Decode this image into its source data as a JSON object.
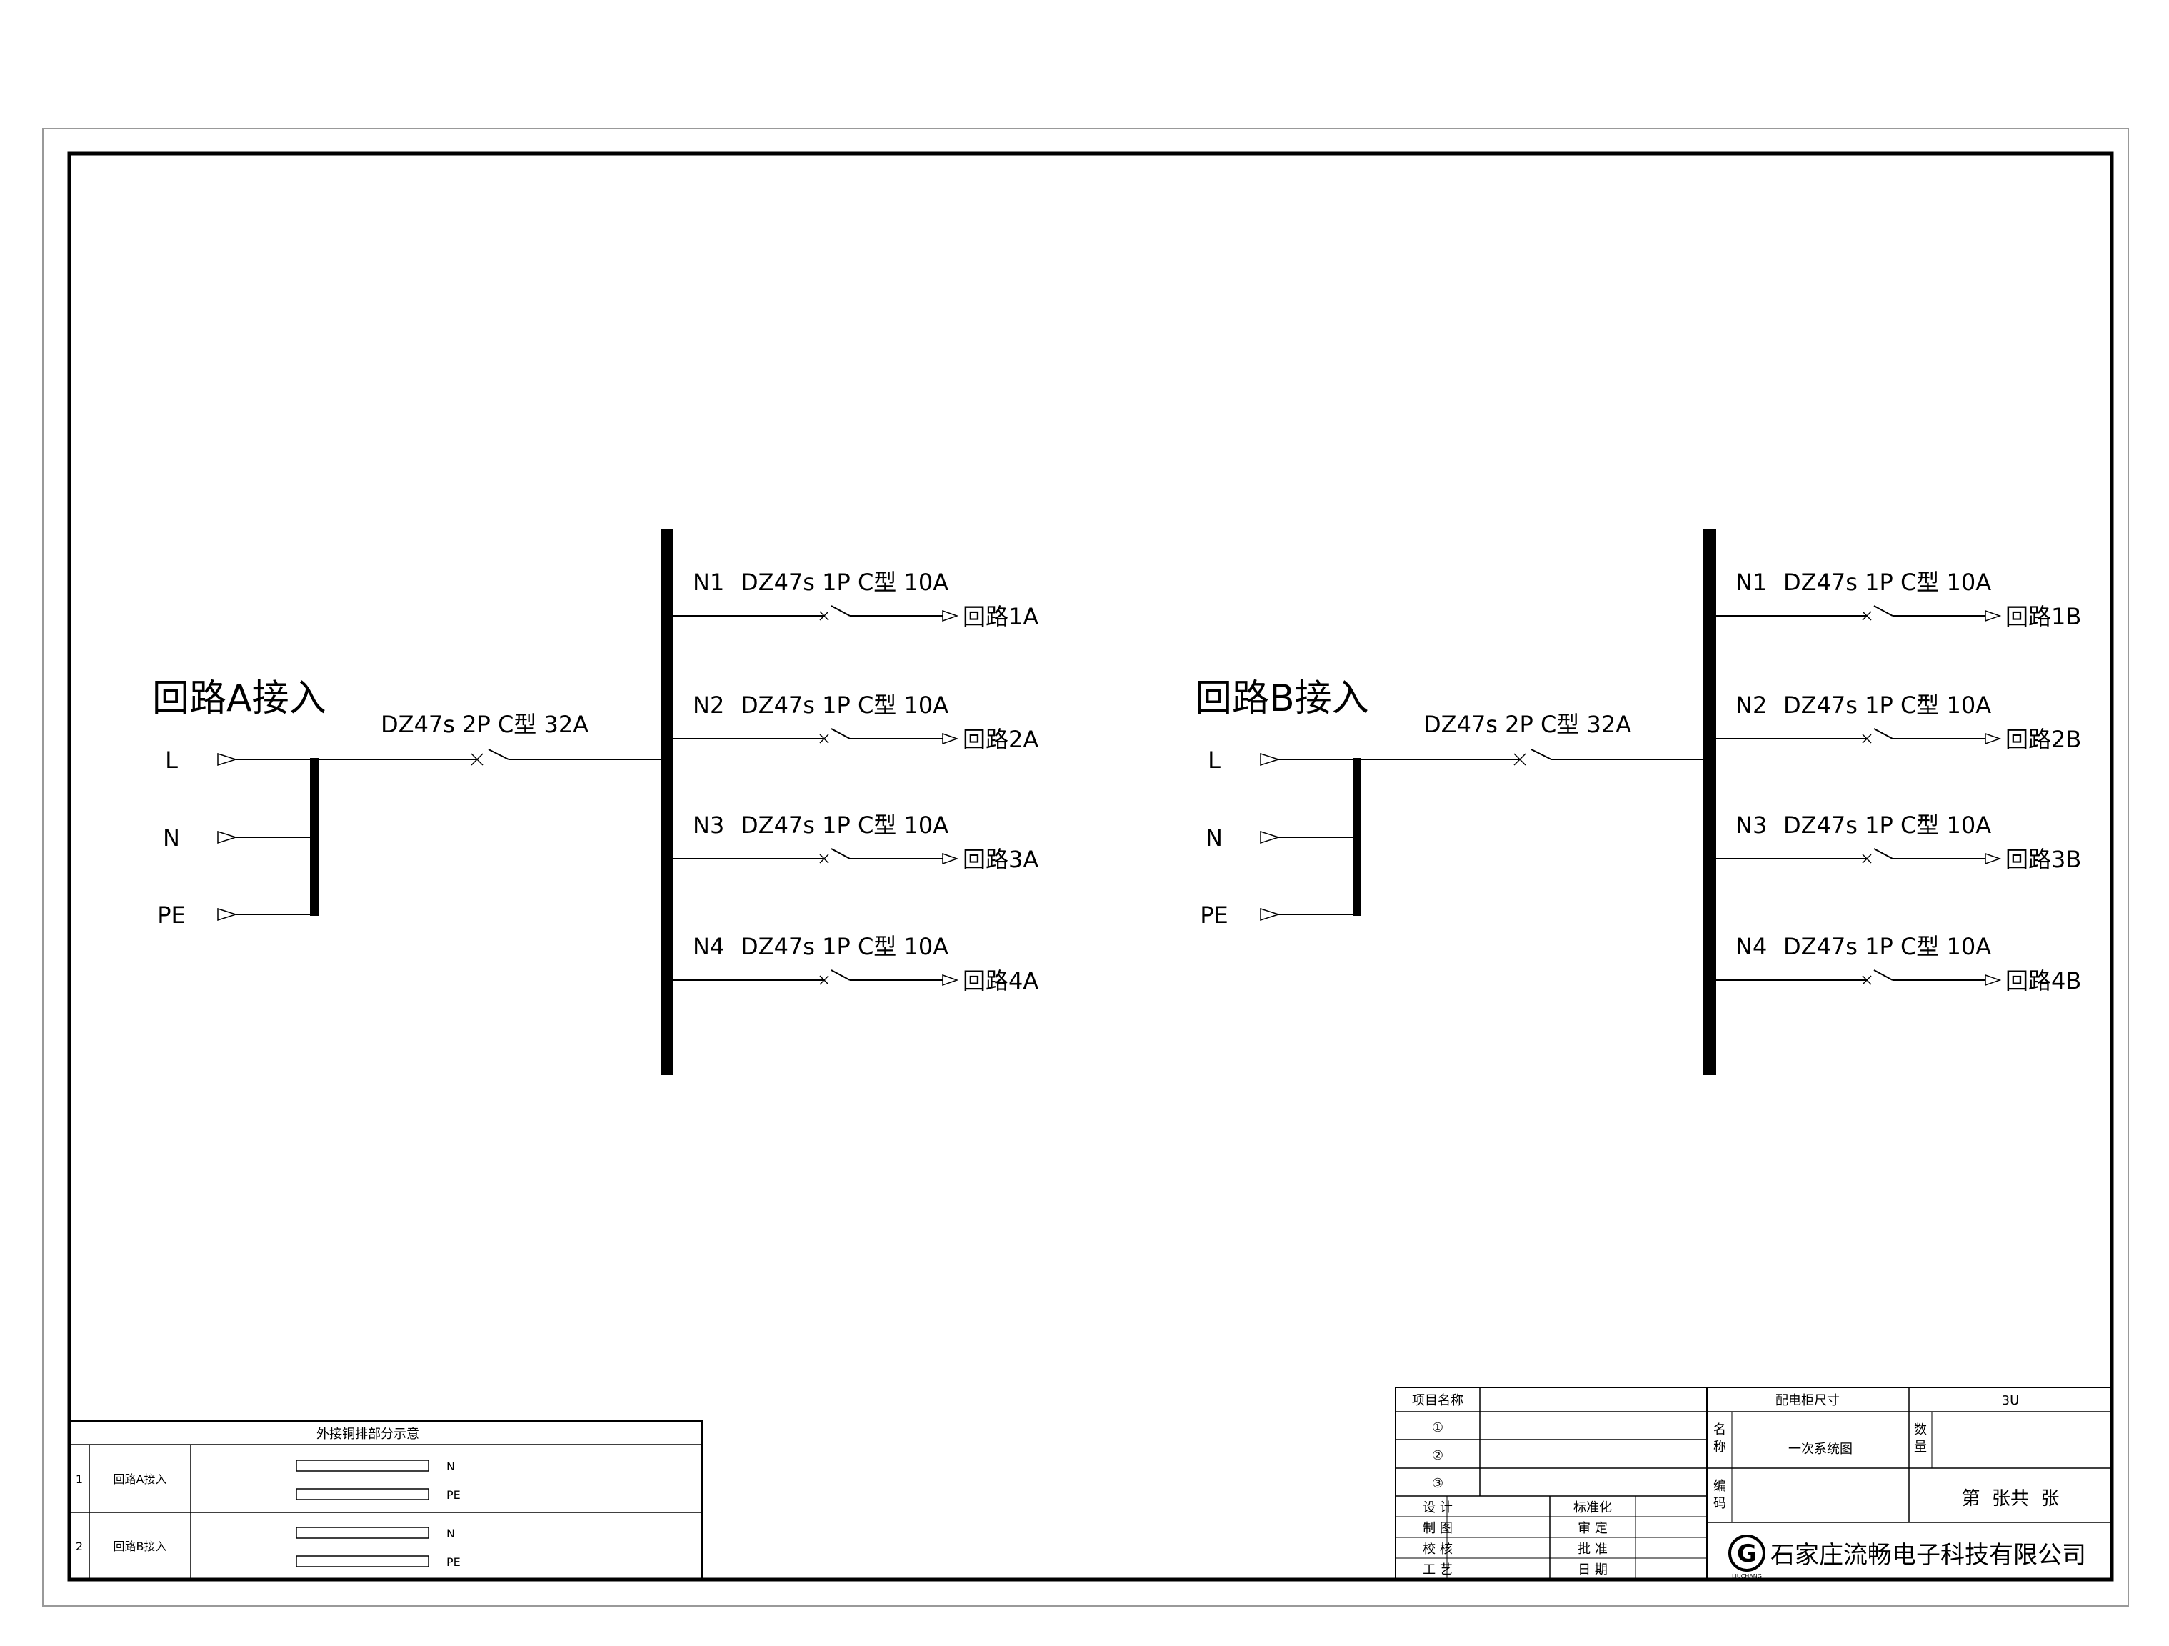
{
  "circuits": [
    {
      "title": "回路A接入",
      "inputs": [
        "L",
        "N",
        "PE"
      ],
      "main_breaker": "DZ47s 2P C型 32A",
      "branches": [
        {
          "id": "N1",
          "breaker": "DZ47s 1P C型 10A",
          "out": "回路1A"
        },
        {
          "id": "N2",
          "breaker": "DZ47s 1P C型 10A",
          "out": "回路2A"
        },
        {
          "id": "N3",
          "breaker": "DZ47s 1P C型 10A",
          "out": "回路3A"
        },
        {
          "id": "N4",
          "breaker": "DZ47s 1P C型 10A",
          "out": "回路4A"
        }
      ]
    },
    {
      "title": "回路B接入",
      "inputs": [
        "L",
        "N",
        "PE"
      ],
      "main_breaker": "DZ47s 2P C型 32A",
      "branches": [
        {
          "id": "N1",
          "breaker": "DZ47s 1P C型 10A",
          "out": "回路1B"
        },
        {
          "id": "N2",
          "breaker": "DZ47s 1P C型 10A",
          "out": "回路2B"
        },
        {
          "id": "N3",
          "breaker": "DZ47s 1P C型 10A",
          "out": "回路3B"
        },
        {
          "id": "N4",
          "breaker": "DZ47s 1P C型 10A",
          "out": "回路4B"
        }
      ]
    }
  ],
  "busbar_table": {
    "title": "外接铜排部分示意",
    "rows": [
      {
        "no": "1",
        "name": "回路A接入",
        "bars": [
          "N",
          "PE"
        ]
      },
      {
        "no": "2",
        "name": "回路B接入",
        "bars": [
          "N",
          "PE"
        ]
      }
    ]
  },
  "title_block": {
    "project_label": "项目名称",
    "items": [
      "①",
      "②",
      "③"
    ],
    "cabinet_size_label": "配电柜尺寸",
    "cabinet_size_value": "3U",
    "name_label": "名称",
    "drawing_name": "一次系统图",
    "qty_label": "数量",
    "code_label": "编码",
    "sheet_text": "第  张共  张",
    "roles_left": [
      "设 计",
      "制 图",
      "校 核",
      "工 艺"
    ],
    "roles_right": [
      "标准化",
      "审 定",
      "批 准",
      "日 期"
    ],
    "logo_letter": "G",
    "logo_caption": "LIUCHANG",
    "company": "石家庄流畅电子科技有限公司"
  }
}
